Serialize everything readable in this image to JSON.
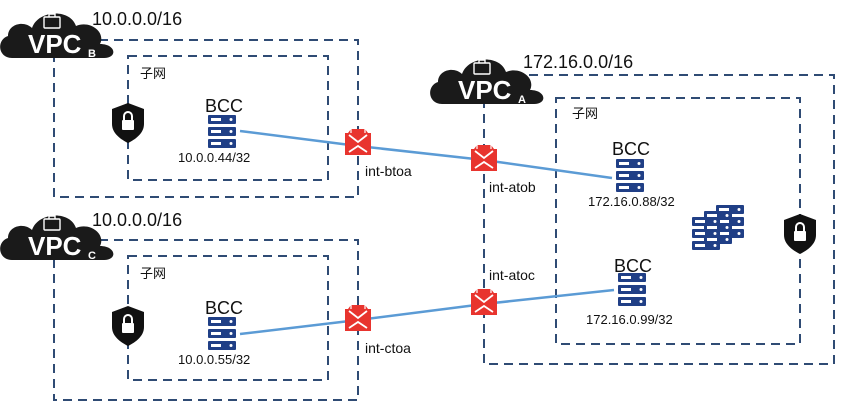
{
  "colors": {
    "frame": "#2f4b74",
    "server": "#203f86",
    "router": "#e8342e",
    "link": "#5b9bd5",
    "cloud": "#1a1a1a",
    "shield": "#111111"
  },
  "vpcs": {
    "b": {
      "letters": "VPC",
      "sub": "B",
      "cidr": "10.0.0.0/16"
    },
    "c": {
      "letters": "VPC",
      "sub": "C",
      "cidr": "10.0.0.0/16"
    },
    "a": {
      "letters": "VPC",
      "sub": "A",
      "cidr": "172.16.0.0/16"
    }
  },
  "subnets": {
    "b": {
      "label": "子网"
    },
    "c": {
      "label": "子网"
    },
    "a": {
      "label": "子网"
    }
  },
  "hosts": {
    "b": {
      "name": "BCC",
      "ip": "10.0.0.44/32"
    },
    "c": {
      "name": "BCC",
      "ip": "10.0.0.55/32"
    },
    "a1": {
      "name": "BCC",
      "ip": "172.16.0.88/32"
    },
    "a2": {
      "name": "BCC",
      "ip": "172.16.0.99/32"
    }
  },
  "routers": {
    "btoa": {
      "label": "int-btoa"
    },
    "atob": {
      "label": "int-atob"
    },
    "ctoa": {
      "label": "int-ctoa"
    },
    "atoc": {
      "label": "int-atoc"
    }
  },
  "icons": [
    "vpc-cloud-icon",
    "shield-lock-icon",
    "server-icon",
    "router-icon",
    "server-cluster-icon"
  ]
}
